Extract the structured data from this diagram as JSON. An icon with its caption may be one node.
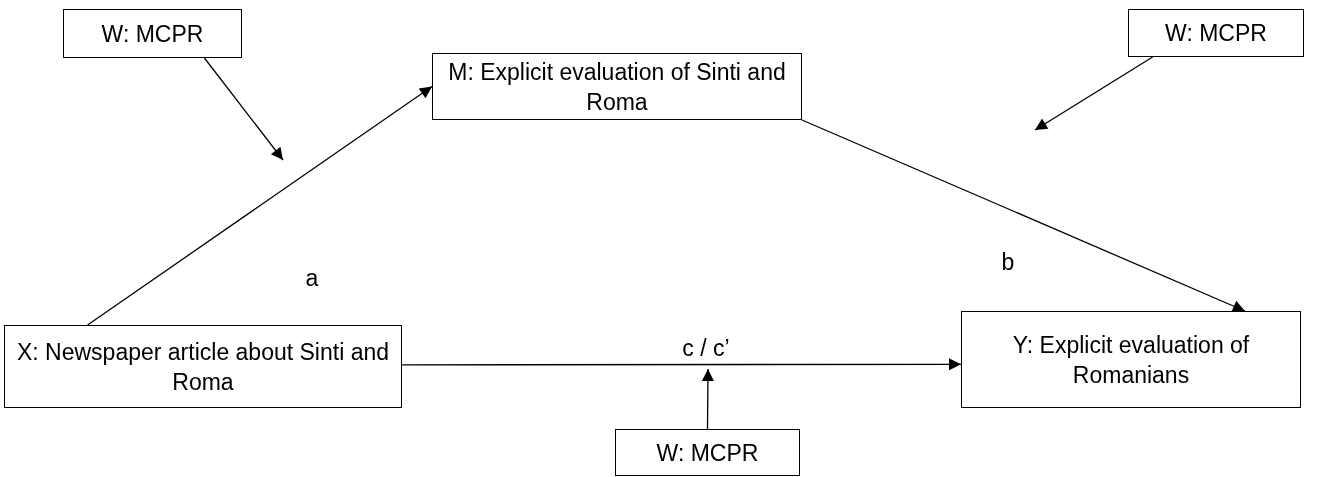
{
  "diagram": {
    "nodes": [
      {
        "text": [
          "W: MCPR"
        ]
      },
      {
        "text": [
          "M: Explicit evaluation of Sinti and Roma"
        ]
      },
      {
        "text": [
          "W: MCPR"
        ]
      },
      {
        "text": [
          "X: Newspaper article about Sinti and Roma"
        ]
      },
      {
        "text": [
          "Y: Explicit evaluation of Romanians"
        ]
      },
      {
        "text": [
          "W: MCPR"
        ]
      }
    ],
    "edges": [
      {
        "from": 3,
        "to": 1,
        "arrow": "to",
        "label": "a"
      },
      {
        "from": 1,
        "to": 4,
        "arrow": "to",
        "label": "b"
      },
      {
        "from": 3,
        "to": 4,
        "arrow": "to",
        "label": "c / c’"
      },
      {
        "from": 0,
        "to": null,
        "arrow": "to"
      },
      {
        "from": 2,
        "to": null,
        "arrow": "to"
      },
      {
        "from": 5,
        "to": null,
        "arrow": "to"
      }
    ]
  }
}
